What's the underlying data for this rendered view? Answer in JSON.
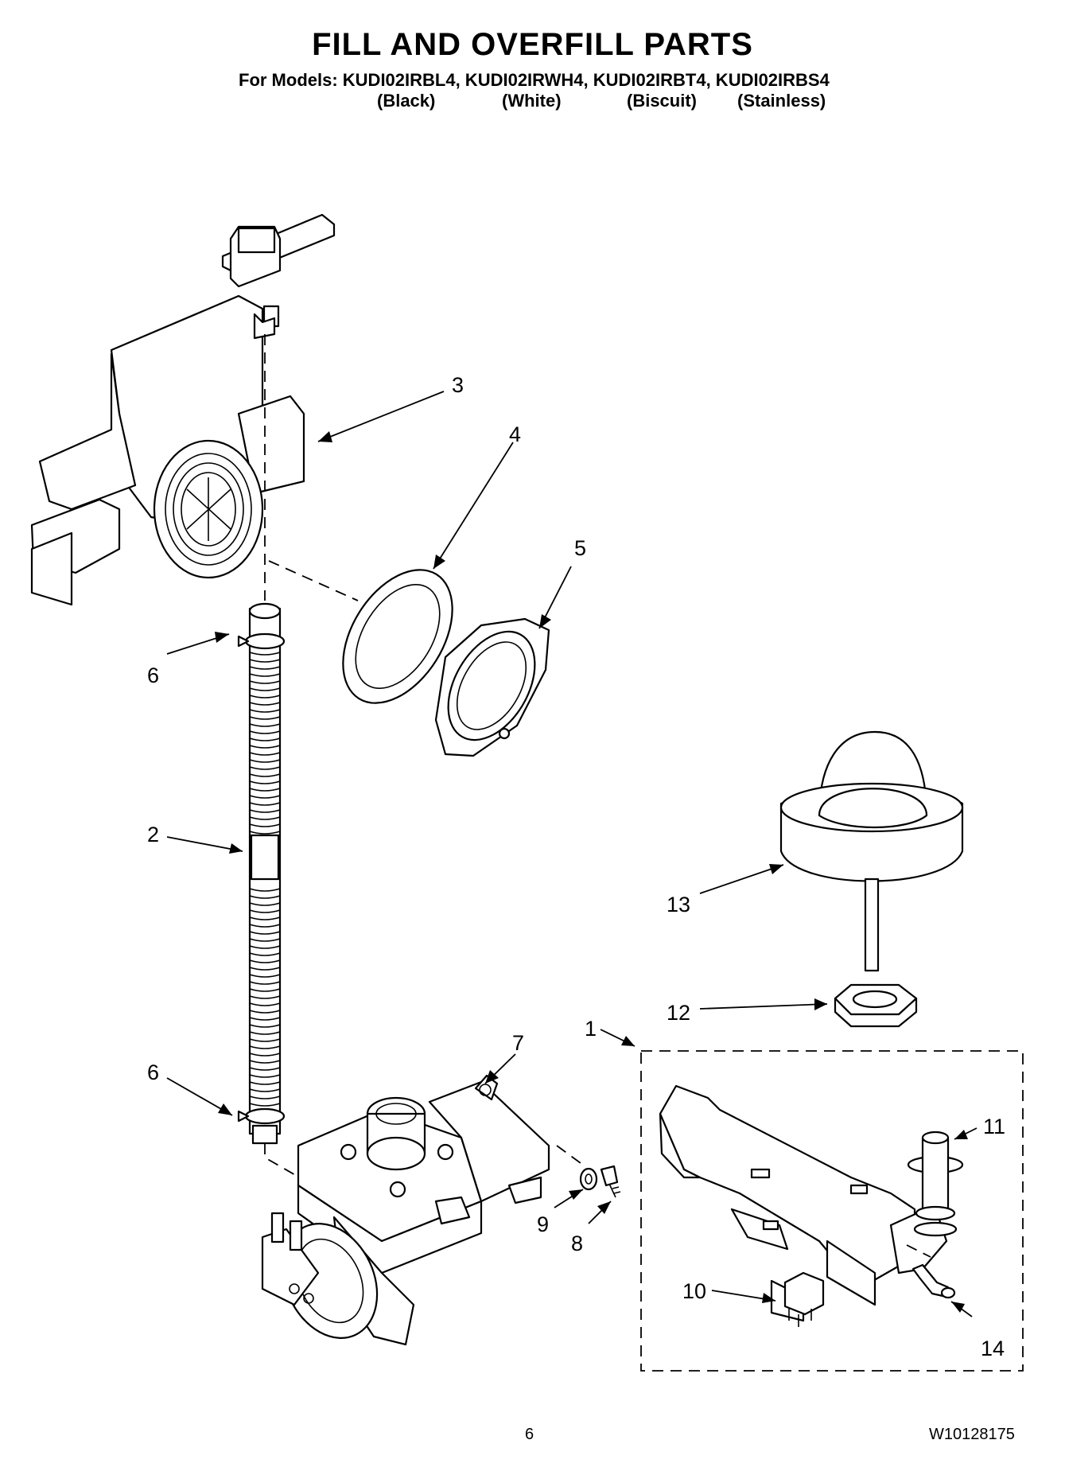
{
  "header": {
    "title": "FILL AND OVERFILL PARTS",
    "models_line": "For Models: KUDI02IRBL4,  KUDI02IRWH4,  KUDI02IRBT4,  KUDI02IRBS4",
    "variants": [
      "(Black)",
      "(White)",
      "(Biscuit)",
      "(Stainless)"
    ]
  },
  "callouts": [
    "3",
    "4",
    "5",
    "6",
    "2",
    "13",
    "12",
    "1",
    "7",
    "6",
    "11",
    "9",
    "8",
    "10",
    "14"
  ],
  "footer": {
    "page_number": "6",
    "document_code": "W10128175"
  }
}
